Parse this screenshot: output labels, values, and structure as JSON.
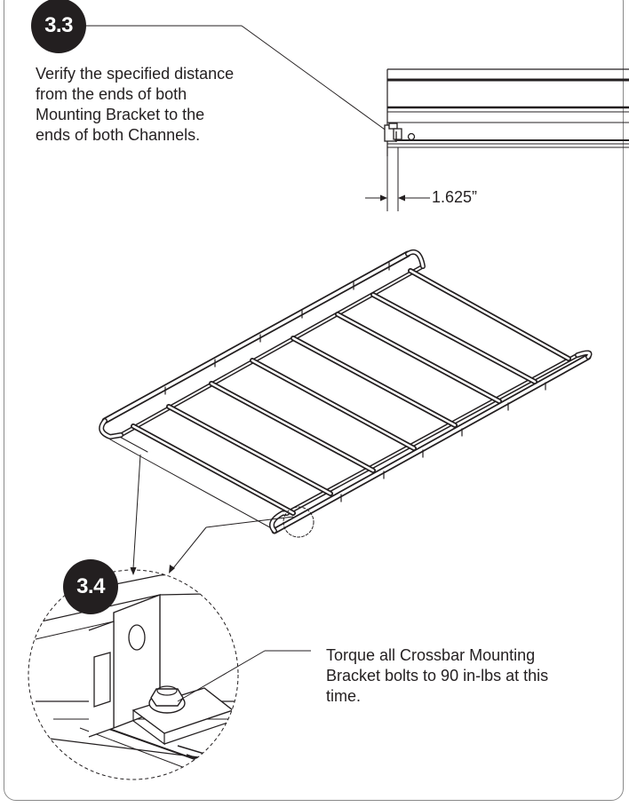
{
  "steps": [
    {
      "number": "3.3",
      "text": "Verify the specified distance from the ends of both Mounting Bracket to the ends of both Channels."
    },
    {
      "number": "3.4",
      "text": "Torque all Crossbar Mounting Bracket bolts to 90 in-lbs at this time."
    }
  ],
  "dimension": {
    "label": "1.625”"
  },
  "colors": {
    "ink": "#231f20",
    "frame": "#8a8a8a",
    "badge": "#231f20"
  }
}
